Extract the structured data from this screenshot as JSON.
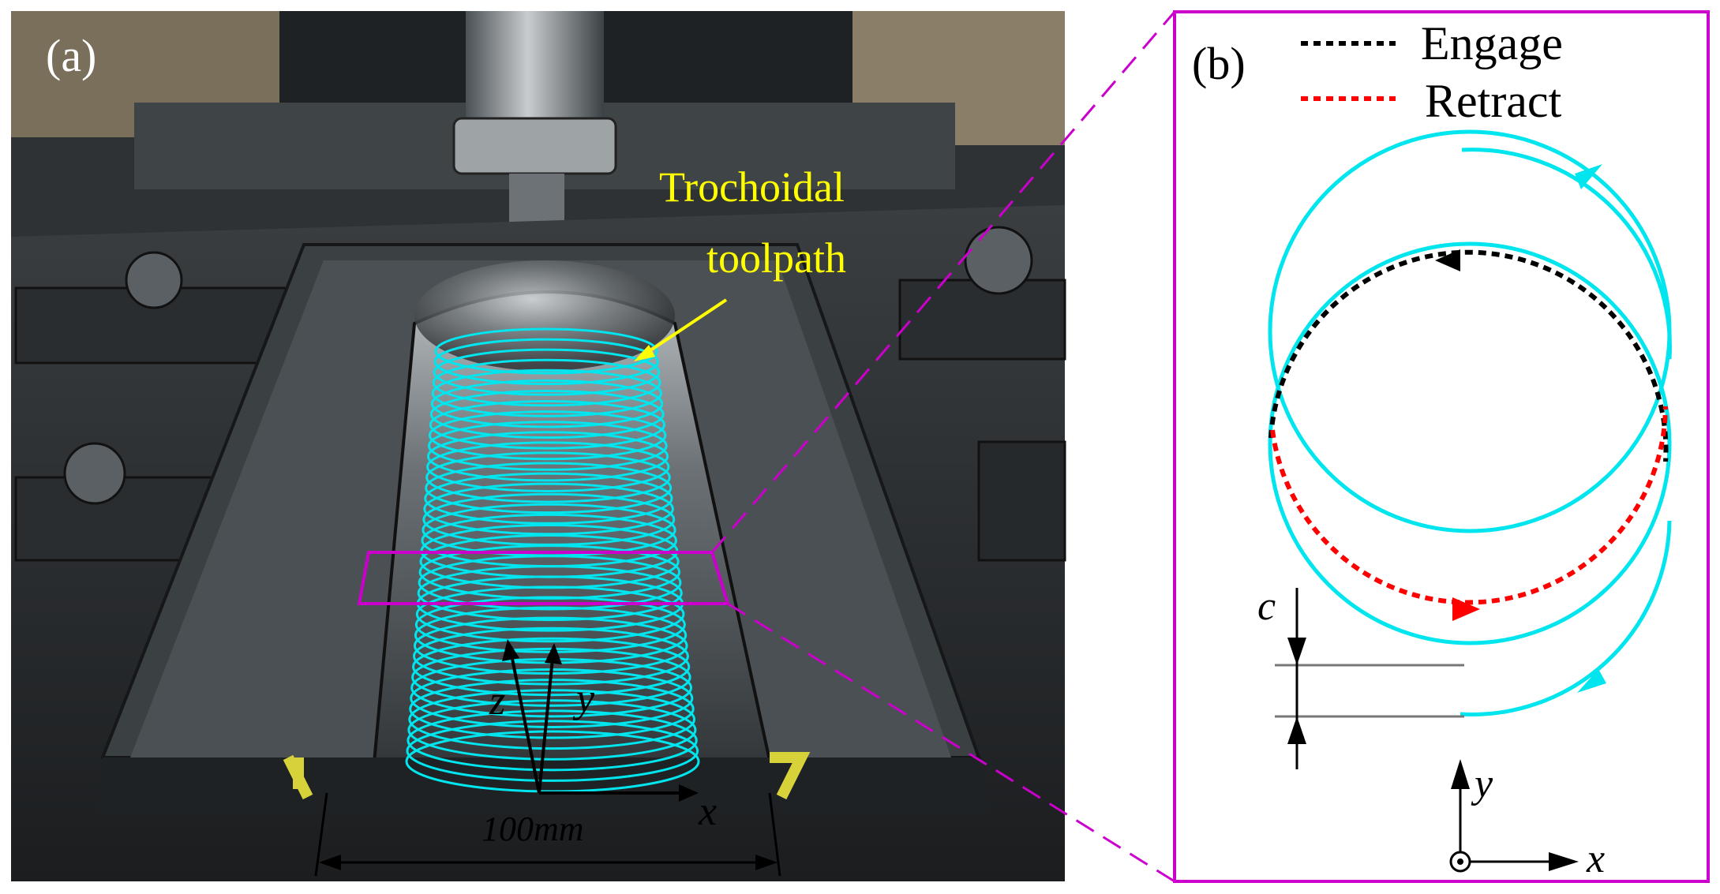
{
  "panel_a": {
    "label": "(a)",
    "annotation_line1": "Trochoidal",
    "annotation_line2": "toolpath",
    "axis_z": "z",
    "axis_y": "y",
    "axis_x": "x",
    "dimension": "100mm"
  },
  "panel_b": {
    "label": "(b)",
    "legend": [
      {
        "label": "Engage",
        "color": "#000000"
      },
      {
        "label": "Retract",
        "color": "#ff0000"
      }
    ],
    "gap_label": "c",
    "axis_y": "y",
    "axis_x": "x"
  },
  "colors": {
    "toolpath": "#00e5ee",
    "zoom_box": "#cc00cc",
    "annotation": "#ffff00",
    "engage": "#000000",
    "retract": "#ff0000"
  }
}
